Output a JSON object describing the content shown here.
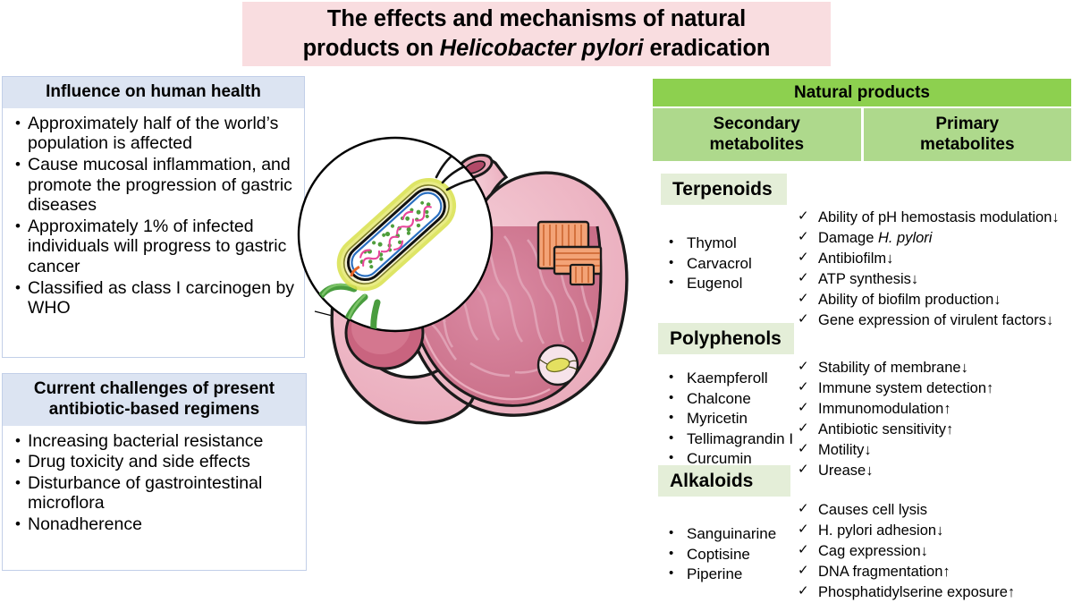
{
  "title": {
    "line1": "The effects and mechanisms of natural",
    "line2_pre": "products on ",
    "line2_italic": "Helicobacter pylori",
    "line2_post": " eradication",
    "background_color": "#f9dde0"
  },
  "left_panels": [
    {
      "heading": "Influence on human health",
      "heading_color": "#dce4f2",
      "bullets": [
        "Approximately half of the world’s population is affected",
        "Cause mucosal inflammation, and promote the progression of gastric diseases",
        "Approximately 1% of infected individuals will progress to gastric cancer",
        "Classified as class I carcinogen by WHO"
      ]
    },
    {
      "heading": "Current challenges of present antibiotic-based regimens",
      "heading_color": "#dce4f2",
      "bullets": [
        "Increasing bacterial resistance",
        "Drug toxicity and side effects",
        "Disturbance of gastrointestinal microflora",
        "Nonadherence"
      ]
    }
  ],
  "natural_products": {
    "header": "Natural products",
    "header_color": "#8dd04f",
    "metabolite_columns": [
      {
        "label_line1": "Secondary",
        "label_line2": "metabolites"
      },
      {
        "label_line1": "Primary",
        "label_line2": "metabolites"
      }
    ],
    "metabolite_color": "#aed98c",
    "chip_color": "#e4eed8",
    "categories": [
      {
        "name": "Terpenoids",
        "compounds": [
          "Thymol",
          "Carvacrol",
          "Eugenol"
        ],
        "effects": [
          {
            "text": "Ability of pH hemostasis modulation↓",
            "italic": false
          },
          {
            "text_pre": "Damage ",
            "italic_part": "H. pylori",
            "text_post": "",
            "italic": true
          },
          {
            "text": "Antibiofilm↓",
            "italic": false
          },
          {
            "text": "ATP synthesis↓",
            "italic": false
          },
          {
            "text": "Ability of biofilm production↓",
            "italic": false
          },
          {
            "text": "Gene expression of virulent factors↓",
            "italic": false
          }
        ]
      },
      {
        "name": "Polyphenols",
        "compounds": [
          "Kaempferoll",
          "Chalcone",
          "Myricetin",
          "Tellimagrandin I",
          "Curcumin"
        ],
        "effects": [
          {
            "text": "Stability of membrane↓",
            "italic": false
          },
          {
            "text": "Immune system detection↑",
            "italic": false
          },
          {
            "text": "Immunomodulation↑",
            "italic": false
          },
          {
            "text": "Antibiotic sensitivity↑",
            "italic": false
          },
          {
            "text": "Motility↓",
            "italic": false
          },
          {
            "text": "Urease↓",
            "italic": false
          }
        ]
      },
      {
        "name": "Alkaloids",
        "compounds": [
          "Sanguinarine",
          "Coptisine",
          "Piperine"
        ],
        "effects": [
          {
            "text": "Causes cell lysis",
            "italic": false
          },
          {
            "text": "H. pylori adhesion↓",
            "italic": false
          },
          {
            "text": "Cag expression↓",
            "italic": false
          },
          {
            "text": "DNA fragmentation↑",
            "italic": false
          },
          {
            "text": "Phosphatidylserine exposure↑",
            "italic": false
          }
        ]
      }
    ]
  },
  "illustration": {
    "bacterium_label": "helicobacter-pylori-bacterium",
    "stomach_label": "stomach-cross-section",
    "colors": {
      "bacterium_outer": "#d8e04a",
      "bacterium_body": "#f2f2c8",
      "flagella": "#4a9d3f",
      "cytoplasm_green": "#4f9e3c",
      "cytoplasm_pink": "#e8459b",
      "stomach_outer": "#eeb4c0",
      "stomach_lining": "#d4738f",
      "stomach_muscle": "#ef8f5e"
    }
  },
  "glyphs": {
    "bullet": "•",
    "check": "✓",
    "arrow_down": "↓",
    "arrow_up": "↑"
  }
}
